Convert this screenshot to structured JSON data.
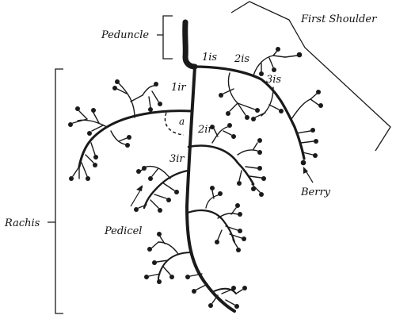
{
  "labels": {
    "peduncle": "Peduncle",
    "first_shoulder": "First Shoulder",
    "rachis": "Rachis",
    "pedicel": "Pedicel",
    "berry": "Berry",
    "angle": "a",
    "branch_1is": "1is",
    "branch_2is": "2is",
    "branch_3is": "3is",
    "branch_1ir": "1ir",
    "branch_2ir": "2ir",
    "branch_3ir": "3ir"
  },
  "colors": {
    "ink": "#1a1a1a",
    "background": "#ffffff"
  }
}
